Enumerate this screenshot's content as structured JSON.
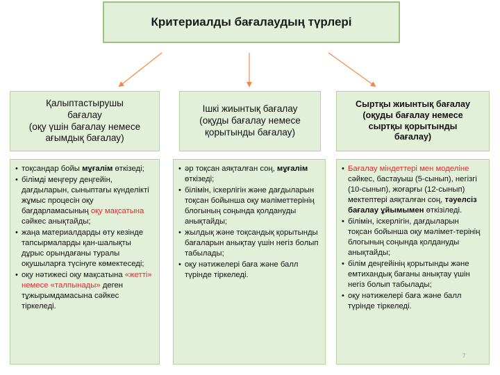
{
  "title": "Критериалды бағалаудың түрлері",
  "columns": [
    {
      "header": [
        "Қалыптастырушы",
        "бағалау",
        "(оқу үшін бағалау немесе",
        "ағымдық бағалау)"
      ],
      "items": [
        [
          {
            "t": "тоқсандар бойы "
          },
          {
            "t": "мұғалім",
            "b": true
          },
          {
            "t": " өткізеді;"
          }
        ],
        [
          {
            "t": "білімді меңгеру деңгейін, дағдыларын, сыныптағы күнделікті жұмыс процесін оқу  бағдарламасының  "
          },
          {
            "t": "оқу мақсатына",
            "red": true
          },
          {
            "t": " сәйкес анықтайды;"
          }
        ],
        [
          {
            "t": "жаңа материалдарды өту кезінде тапсырмаларды қан-шалықты дұрыс орындағаны туралы оқушыларға түсінуге көмектеседі;"
          }
        ],
        [
          {
            "t": "оқу нәтижесі оқу мақсатына "
          },
          {
            "t": "«жетті» немесе «талпынады»",
            "red": true
          },
          {
            "t": " деген тұжырымдамасына сәйкес  тіркеледі."
          }
        ]
      ]
    },
    {
      "header": [
        "Ішкі жиынтық бағалау",
        "(оқуды бағалау немесе",
        "қорытынды бағалау)"
      ],
      "items": [
        [
          {
            "t": "әр тоқсан аяқталған соң, "
          },
          {
            "t": "мұғалім",
            "b": true
          },
          {
            "t": " өткізеді;"
          }
        ],
        [
          {
            "t": "білімін, іскерлігін және дағдыларын тоқсан бойынша оқу мәліметтерінің блогының соңында қолдануды анықтайды;"
          }
        ],
        [
          {
            "t": "жылдық және тоқсандық қорытынды бағаларын анықтау үшін негіз болып табылады;"
          }
        ],
        [
          {
            "t": "оқу нәтижелері баға және балл түрінде тіркеледі."
          }
        ]
      ]
    },
    {
      "header": [
        "Сыртқы  жиынтық бағалау",
        "(оқуды бағалау немесе",
        "сыртқы қорытынды",
        "бағалау)"
      ],
      "items": [
        [
          {
            "t": "Бағалау міндеттері мен моделіне",
            "red": true
          },
          {
            "t": " сәйкес, бастауыш (5-сынып), негізгі (10-сынып), жоғарғы (12-сынып) мектептері аяқталған соң, "
          },
          {
            "t": "тәуелсіз бағалау ұйымымен",
            "b": true
          },
          {
            "t": " өткізіледі."
          }
        ],
        [
          {
            "t": "білімін, іскерлігін, дағдыларын тоқсан бойынша оқу мәлімет-терінің блогының соңында қолдануды анықтайды;"
          }
        ],
        [
          {
            "t": "білім деңгейінің қорытынды және емтихандық бағаны анықтау үшін негіз болып табылады;"
          }
        ],
        [
          {
            "t": "оқу нәтижелері баға және балл түрінде тіркеледі."
          }
        ]
      ]
    }
  ],
  "page_number": "7",
  "colors": {
    "box_fill": "#e2efd9",
    "box_border": "#9bc27c",
    "arrow": "#f08a4b",
    "highlight": "#e02b2b"
  }
}
